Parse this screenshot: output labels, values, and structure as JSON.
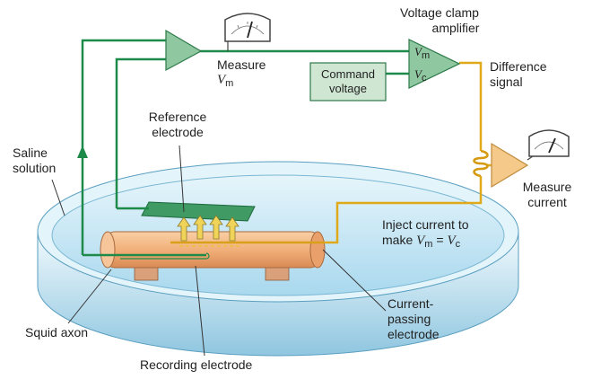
{
  "labels": {
    "amplifier_title_1": "Voltage clamp",
    "amplifier_title_2": "amplifier",
    "amp_input_v": "V",
    "amp_input_m": "m",
    "amp_input_c": "c",
    "measure_vm_1": "Measure",
    "measure_vm_v": "V",
    "measure_vm_m": "m",
    "command_1": "Command",
    "command_2": "voltage",
    "difference_1": "Difference",
    "difference_2": "signal",
    "reference_1": "Reference",
    "reference_2": "electrode",
    "saline_1": "Saline",
    "saline_2": "solution",
    "measure_current_1": "Measure",
    "measure_current_2": "current",
    "inject_1": "Inject current to",
    "inject_2a": "make ",
    "inject_v1": "V",
    "inject_m": "m",
    "inject_eq": " = ",
    "inject_v2": "V",
    "inject_c": "c",
    "current_passing_1": "Current-",
    "current_passing_2": "passing",
    "current_passing_3": "electrode",
    "squid_axon": "Squid axon",
    "recording_electrode": "Recording electrode"
  },
  "colors": {
    "green_wire": "#1e8a4a",
    "gold_wire": "#e0a91a",
    "amplifier_fill": "#8fc8a0",
    "command_box_fill": "#cfe6d3",
    "current_amp_fill": "#f4c98a",
    "axon_fill": "#f2b07a",
    "dish_water": "#bfe3f3",
    "dish_rim": "#d9eff8"
  },
  "icons": [
    "meter-icon",
    "amplifier-icon",
    "coil-icon",
    "arrow-icon"
  ]
}
